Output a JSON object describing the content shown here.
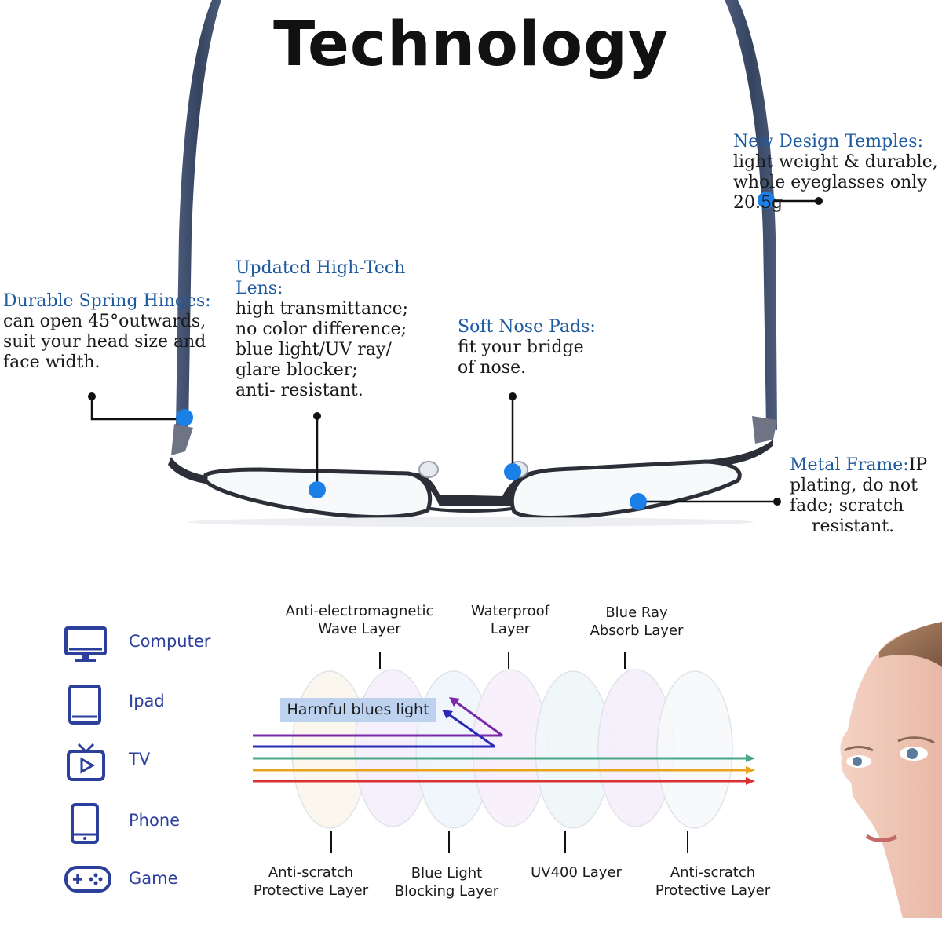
{
  "title": "Technology",
  "callouts": {
    "temples": {
      "head": "New Design Temples:",
      "lines": [
        "light weight & durable,",
        "whole eyeglasses only",
        "20.5g"
      ]
    },
    "hinges": {
      "head": "Durable Spring Hinges:",
      "lines": [
        "can open 45°outwards,",
        "suit your head size and",
        "face width."
      ]
    },
    "lens": {
      "head_lines": [
        "Updated High-Tech",
        "Lens:"
      ],
      "lines": [
        "high transmittance;",
        "no color difference;",
        "blue light/UV ray/",
        "glare blocker;",
        "anti- resistant."
      ]
    },
    "nose": {
      "head": "Soft  Nose Pads:",
      "lines": [
        "fit your bridge",
        "of nose."
      ]
    },
    "metal": {
      "head": "Metal Frame:",
      "head_tail": "IP",
      "lines": [
        "plating, do not",
        "fade; scratch",
        "resistant."
      ]
    }
  },
  "devices": [
    {
      "label": "Computer",
      "icon": "computer-icon"
    },
    {
      "label": "Ipad",
      "icon": "tablet-icon"
    },
    {
      "label": "TV",
      "icon": "tv-icon"
    },
    {
      "label": "Phone",
      "icon": "phone-icon"
    },
    {
      "label": "Game",
      "icon": "gamepad-icon"
    }
  ],
  "layers_top": [
    {
      "lines": [
        "Anti-electromagnetic",
        "Wave Layer"
      ]
    },
    {
      "lines": [
        "Waterproof",
        "Layer"
      ]
    },
    {
      "lines": [
        "Blue Ray",
        "Absorb Layer"
      ]
    }
  ],
  "layers_bottom": [
    {
      "lines": [
        "Anti-scratch",
        "Protective Layer"
      ]
    },
    {
      "lines": [
        "Blue Light",
        "Blocking Layer"
      ]
    },
    {
      "lines": [
        "UV400 Layer"
      ]
    },
    {
      "lines": [
        "Anti-scratch",
        "Protective Layer"
      ]
    }
  ],
  "harmful_label": "Harmful blues light",
  "colors": {
    "accent_blue": "#1d5aa0",
    "dot_blue": "#1a7fe6",
    "frame_navy": "#3a4a66",
    "device_blue": "#2b3f9b",
    "ray_blue": "#2a2ab5",
    "ray_purple": "#7a2aa8",
    "ray_teal": "#4aa889",
    "ray_orange": "#e8a21c",
    "ray_red": "#d83131"
  }
}
